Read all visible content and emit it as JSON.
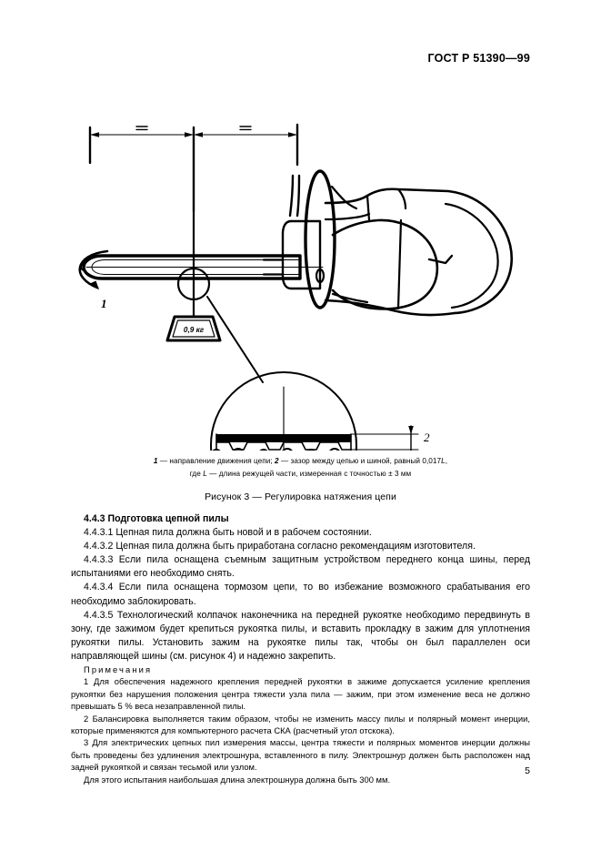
{
  "document": {
    "standard_number": "ГОСТ Р 51390—99",
    "page_number": "5"
  },
  "figure": {
    "label_chain_direction": "1",
    "label_gap": "2",
    "label_weight": "0,9 кг",
    "dimension_equal_left": "=",
    "dimension_equal_right": "=",
    "legend_line1_index": "1",
    "legend_line1_text": " — направление движения цепи; ",
    "legend_line1_index2": "2",
    "legend_line1_text2": " — зазор между цепью и шиной, равный 0,017",
    "legend_line1_var": "L",
    "legend_line1_tail": ",",
    "legend_line2_pre": "где ",
    "legend_line2_var": "L",
    "legend_line2_text": " — длина режущей части, измеренная с точностью ± 3 мм",
    "caption": "Рисунок 3 — Регулировка натяжения цепи"
  },
  "content": {
    "section_heading": "4.4.3 Подготовка цепной пилы",
    "paragraphs": [
      "4.4.3.1 Цепная пила должна быть новой и в рабочем состоянии.",
      "4.4.3.2 Цепная пила должна быть приработана согласно рекомендациям изготовителя.",
      "4.4.3.3 Если пила оснащена съемным защитным устройством переднего конца шины, перед испытаниями его необходимо снять.",
      "4.4.3.4 Если пила оснащена тормозом цепи, то во избежание возможного срабатывания его необходимо заблокировать.",
      "4.4.3.5 Технологический колпачок наконечника на передней рукоятке необходимо передвинуть в зону, где зажимом будет крепиться рукоятка пилы, и вставить прокладку в зажим для уплотнения рукоятки пилы. Установить зажим на рукоятке пилы так, чтобы он был параллелен оси направляющей шины (см. рисунок 4) и надежно закрепить."
    ],
    "notes_heading": "Примечания",
    "notes": [
      "1 Для обеспечения надежного крепления передней рукоятки в зажиме допускается усиление крепления рукоятки без нарушения положения центра тяжести узла пила — зажим, при этом изменение веса не должно превышать 5 % веса незаправленной пилы.",
      "2 Балансировка выполняется таким образом, чтобы не изменить массу пилы и полярный момент инерции, которые применяются для компьютерного расчета СКА (расчетный угол отскока).",
      "3 Для электрических цепных пил измерения массы, центра тяжести и полярных моментов инерции должны быть проведены без удлинения электрошнура, вставленного в пилу. Электрошнур должен быть расположен над задней рукояткой и связан тесьмой или узлом.",
      "Для этого испытания наибольшая длина электрошнура должна быть 300 мм."
    ]
  }
}
